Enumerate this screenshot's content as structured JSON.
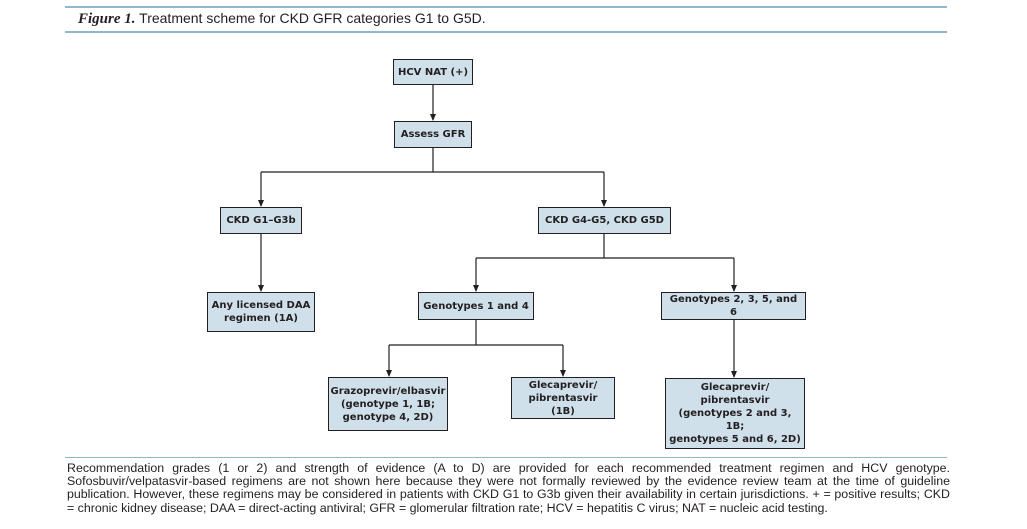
{
  "figure": {
    "label": "Figure 1.",
    "title": "Treatment scheme for CKD GFR categories G1 to G5D."
  },
  "nodes": {
    "hcv_nat": "HCV NAT (+)",
    "assess_gfr": "Assess GFR",
    "ckd_g1_g3b": "CKD G1–G3b",
    "ckd_g4_g5d": "CKD G4-G5, CKD G5D",
    "any_daa": "Any licensed DAA\nregimen (1A)",
    "genotypes_1_4": "Genotypes 1 and 4",
    "genotypes_2_3_5_6": "Genotypes 2, 3, 5, and 6",
    "grazoprevir": "Grazoprevir/elbasvir\n(genotype 1, 1B;\ngenotype 4, 2D)",
    "glecaprevir_1b": "Glecaprevir/\npibrentasvir (1B)",
    "glecaprevir_geno": "Glecaprevir/\npibrentasvir\n(genotypes 2 and 3, 1B;\ngenotypes 5 and 6, 2D)"
  },
  "footnote": {
    "text": "Recommendation grades (1 or 2) and strength of evidence (A to D) are provided for each recommended treatment regimen and HCV genotype. Sofosbuvir/velpatasvir-based regimens are not shown here because they were not formally reviewed by the evidence review team at the time of guideline publication. However, these regimens may be considered in patients with CKD G1 to G3b given their availability in certain jurisdictions. + = positive results; CKD = chronic kidney disease; DAA = direct-acting antiviral; GFR = glomerular filtration rate; HCV = hepatitis C virus; NAT = nucleic acid testing."
  },
  "colors": {
    "box_fill": "#cfe0ea",
    "rule": "#8fb8cc",
    "ink": "#231f20"
  }
}
